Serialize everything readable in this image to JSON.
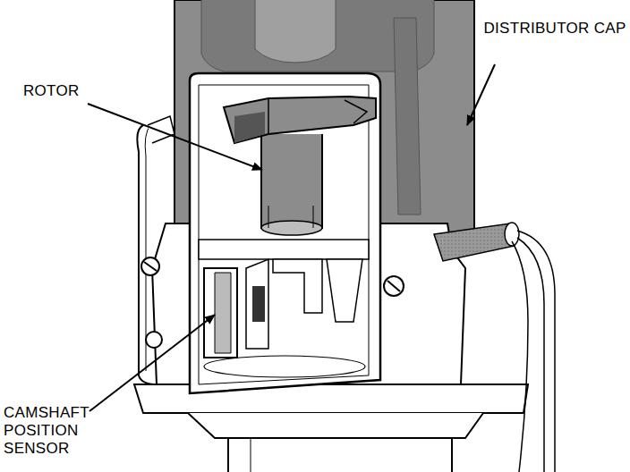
{
  "diagram": {
    "labels": [
      "ROTOR",
      "DISTRIBUTOR CAP",
      "CAMSHAFT POSITION SENSOR"
    ]
  }
}
